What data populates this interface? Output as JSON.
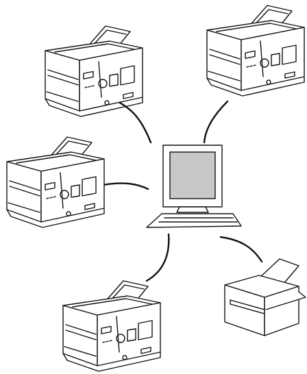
{
  "diagram": {
    "devices": [
      {
        "id": "printer-top-left",
        "icon": "laser-printer-icon"
      },
      {
        "id": "printer-top-right",
        "icon": "laser-printer-icon"
      },
      {
        "id": "printer-middle-left",
        "icon": "laser-printer-icon"
      },
      {
        "id": "printer-bottom-center",
        "icon": "laser-printer-icon"
      },
      {
        "id": "printer-bottom-right",
        "icon": "inkjet-printer-icon"
      }
    ],
    "hub": {
      "id": "computer",
      "icon": "computer-monitor-icon"
    },
    "connections": [
      {
        "from": "computer",
        "to": "printer-top-left"
      },
      {
        "from": "computer",
        "to": "printer-top-right"
      },
      {
        "from": "computer",
        "to": "printer-middle-left"
      },
      {
        "from": "computer",
        "to": "printer-bottom-center"
      },
      {
        "from": "computer",
        "to": "printer-bottom-right"
      }
    ],
    "colors": {
      "line": "#111111",
      "screen": "#c8c8c8",
      "background": "#ffffff"
    }
  }
}
